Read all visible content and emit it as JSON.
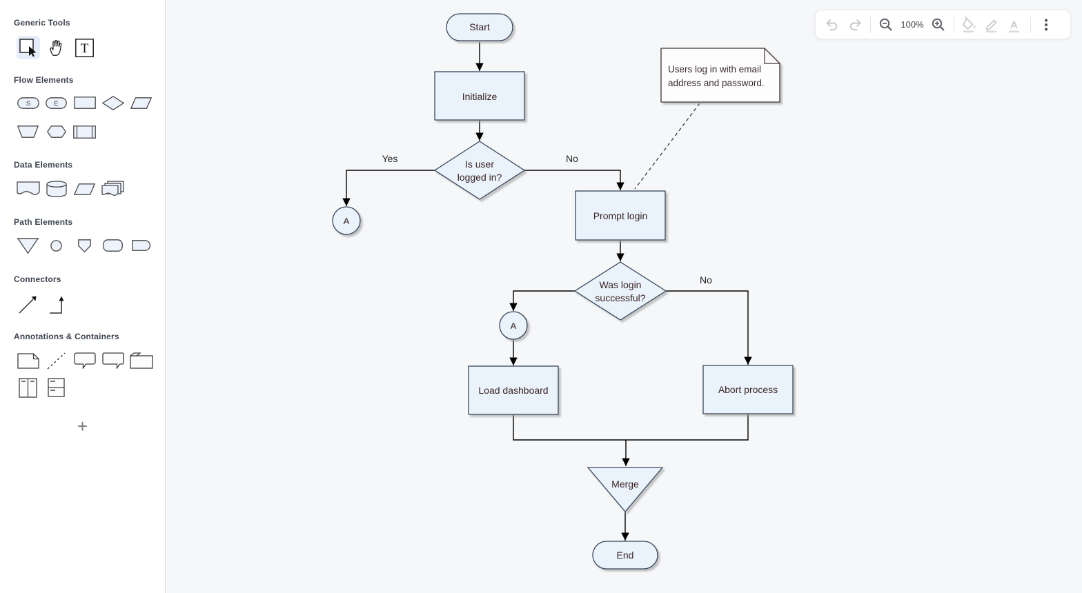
{
  "sidebar": {
    "sections": [
      {
        "title": "Generic Tools"
      },
      {
        "title": "Flow Elements"
      },
      {
        "title": "Data Elements"
      },
      {
        "title": "Path Elements"
      },
      {
        "title": "Connectors"
      },
      {
        "title": "Annotations & Containers"
      }
    ],
    "palette": {
      "start_letter": "S",
      "end_letter": "E",
      "text_tool_letter": "T"
    },
    "add_button_label": "+"
  },
  "toolbar": {
    "zoom_level": "100%",
    "font_color_letter": "A"
  },
  "diagram": {
    "nodes": {
      "start": {
        "label": "Start"
      },
      "initialize": {
        "label": "Initialize"
      },
      "decision1": {
        "label_line1": "Is user",
        "label_line2": "logged in?"
      },
      "connector_a1": {
        "label": "A"
      },
      "prompt_login": {
        "label": "Prompt login"
      },
      "decision2": {
        "label_line1": "Was login",
        "label_line2": "successful?"
      },
      "connector_a2": {
        "label": "A"
      },
      "load_dashboard": {
        "label": "Load dashboard"
      },
      "abort_process": {
        "label": "Abort process"
      },
      "merge": {
        "label": "Merge"
      },
      "end": {
        "label": "End"
      }
    },
    "edge_labels": {
      "decision1_yes": "Yes",
      "decision1_no": "No",
      "decision2_no": "No"
    },
    "note": {
      "line1": "Users log in with email",
      "line2": "address and password."
    }
  },
  "colors": {
    "node_fill": "#eaf2fb",
    "node_stroke": "#37465a",
    "note_stroke": "#41302c",
    "canvas_bg": "#f6f7f9",
    "selected_tool_bg": "#e6ecf9",
    "edge_color": "#000000"
  }
}
